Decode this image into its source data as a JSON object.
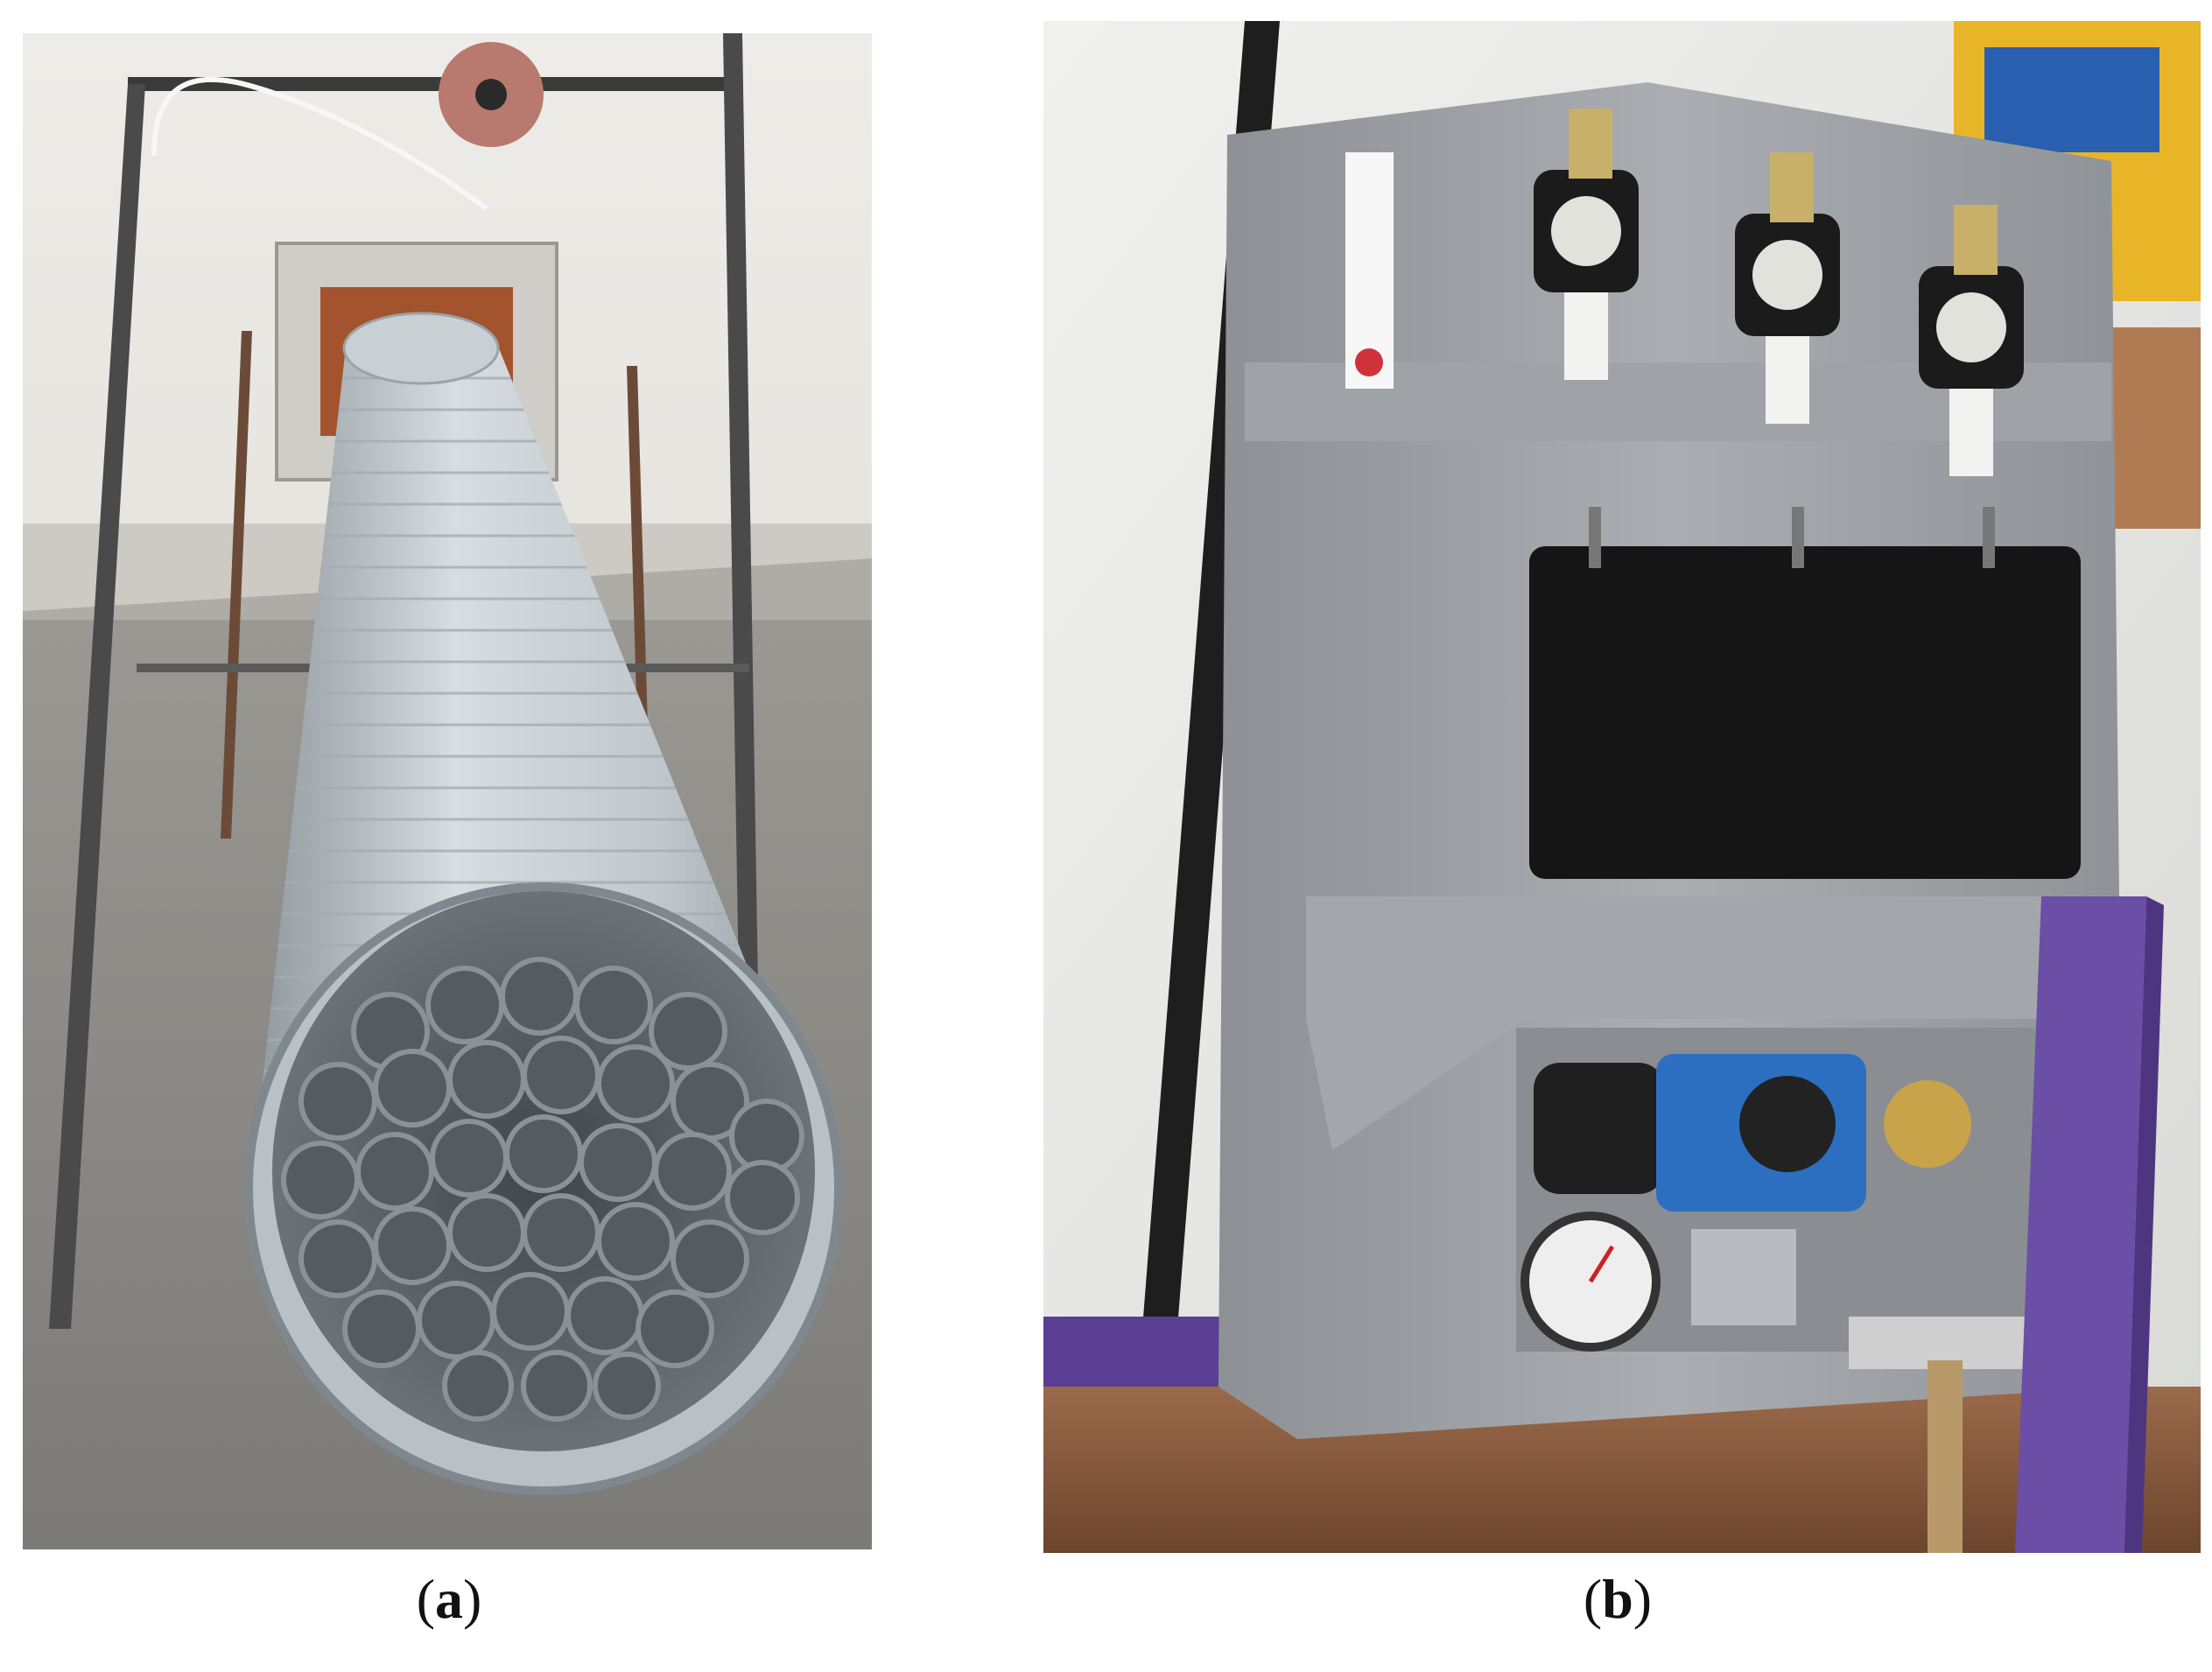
{
  "panels": [
    {
      "id": "a",
      "caption_open": "(",
      "caption_letter": "a",
      "caption_close": ")"
    },
    {
      "id": "b",
      "caption_open": "(",
      "caption_letter": "b",
      "caption_close": ")"
    }
  ],
  "photo_a": {
    "icon": "photo-ventilation-duct-with-tube-bundle",
    "colors": {
      "wall": "#e6e3de",
      "floor": "#8c8a86",
      "duct": "#c2cacf",
      "tubes": "#5d646b",
      "frame": "#3c3c3c",
      "fan": "#b87a6e"
    }
  },
  "photo_b": {
    "icon": "photo-grey-valve-manifold-unit",
    "colors": {
      "housing": "#9da1a6",
      "block": "#141414",
      "clamp": "#6b4ea6",
      "bench": "#8a5a3c",
      "wall": "#e9e9e7"
    }
  }
}
